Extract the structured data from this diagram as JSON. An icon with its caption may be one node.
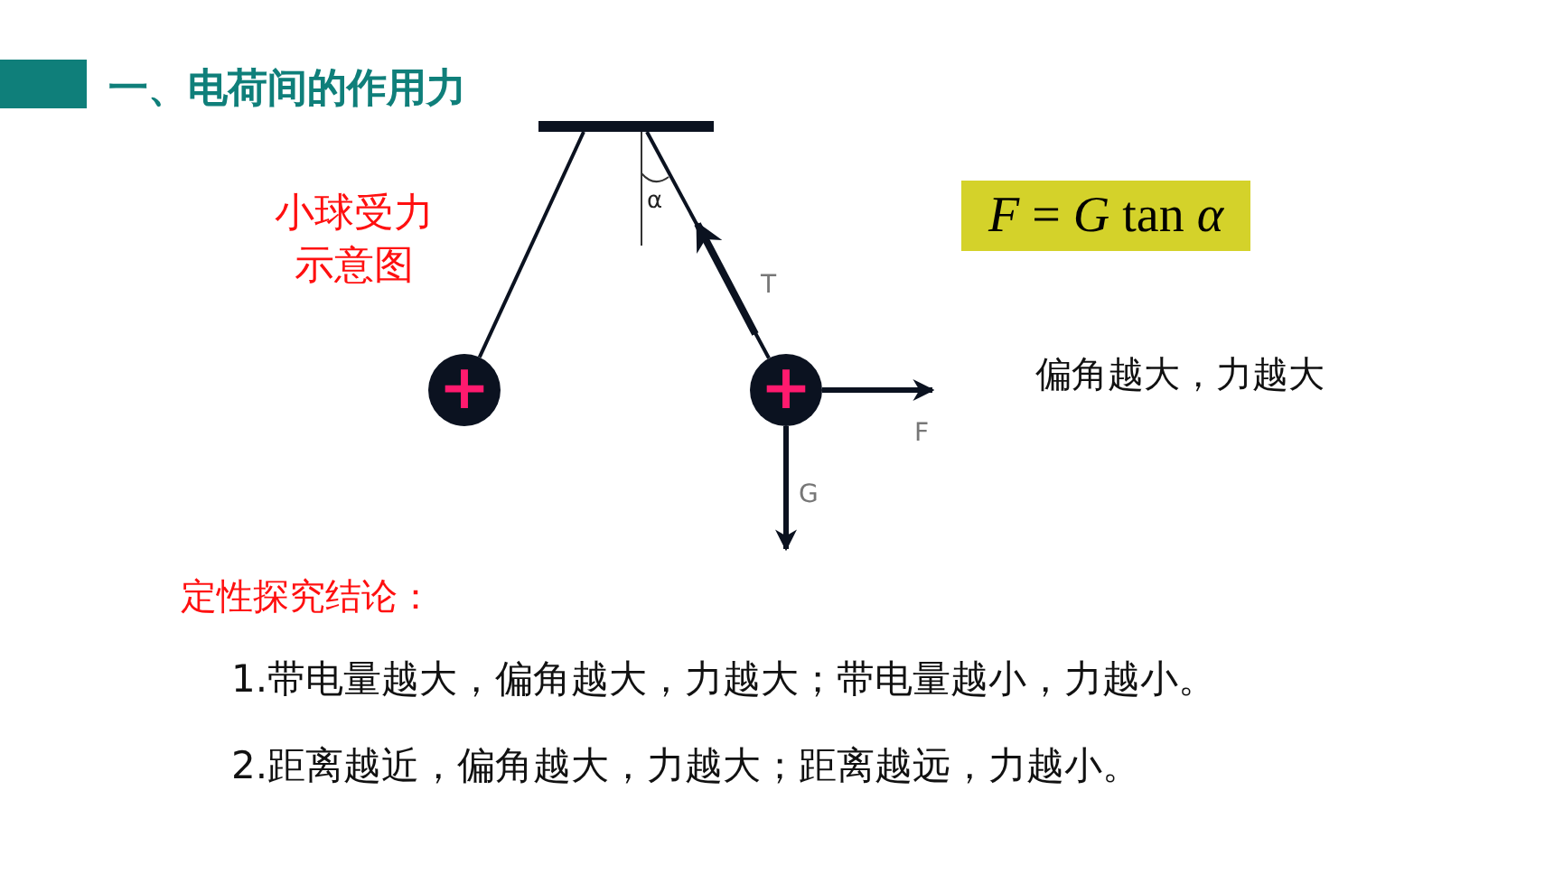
{
  "diagram": {
    "title": "一、电荷间的作用力",
    "nodes": [
      {
        "text": [],
        "shape": "bar"
      },
      {
        "text": [
          "+"
        ]
      },
      {
        "text": [
          "+"
        ]
      },
      {
        "text": [
          "*F* = *G* tan *α*"
        ]
      }
    ],
    "edges": [
      {
        "from": 0,
        "to": 1,
        "arrow": "none"
      },
      {
        "from": 0,
        "to": 2,
        "arrow": "none"
      }
    ],
    "labels": [
      "小球受力示意图",
      "α",
      "T",
      "F",
      "G",
      "偏角越大，力越大",
      "定性探究结论：",
      "1.带电量越大，偏角越大，力越大；带电量越小，力越小。",
      "2.距离越近，偏角越大，力越大；距离越远，力越小。"
    ]
  }
}
